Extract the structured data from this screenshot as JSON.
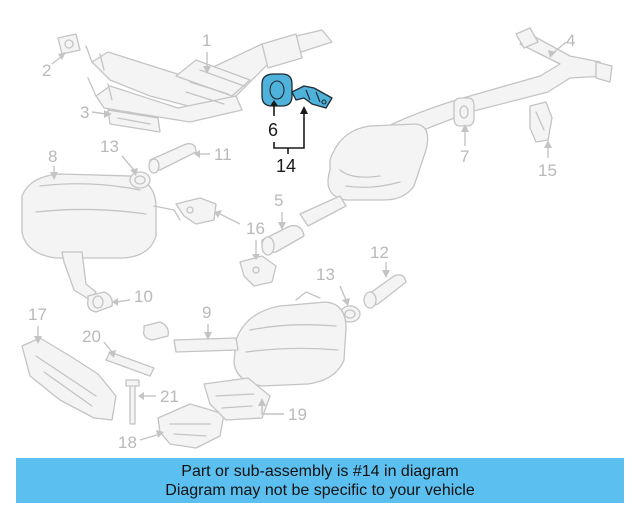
{
  "diagram": {
    "callouts": {
      "c1": "1",
      "c2": "2",
      "c3": "3",
      "c4": "4",
      "c5": "5",
      "c6": "6",
      "c7": "7",
      "c8": "8",
      "c9": "9",
      "c10": "10",
      "c11": "11",
      "c12": "12",
      "c13a": "13",
      "c13b": "13",
      "c14": "14",
      "c15": "15",
      "c16": "16",
      "c17": "17",
      "c18": "18",
      "c19": "19",
      "c20": "20",
      "c21": "21"
    },
    "highlight_color": "#4fb2da",
    "highlighted_part": "14"
  },
  "banner": {
    "line1": "Part or sub-assembly is #14 in diagram",
    "line2": "Diagram may not be specific to your vehicle",
    "background": "#5bc0f0"
  }
}
